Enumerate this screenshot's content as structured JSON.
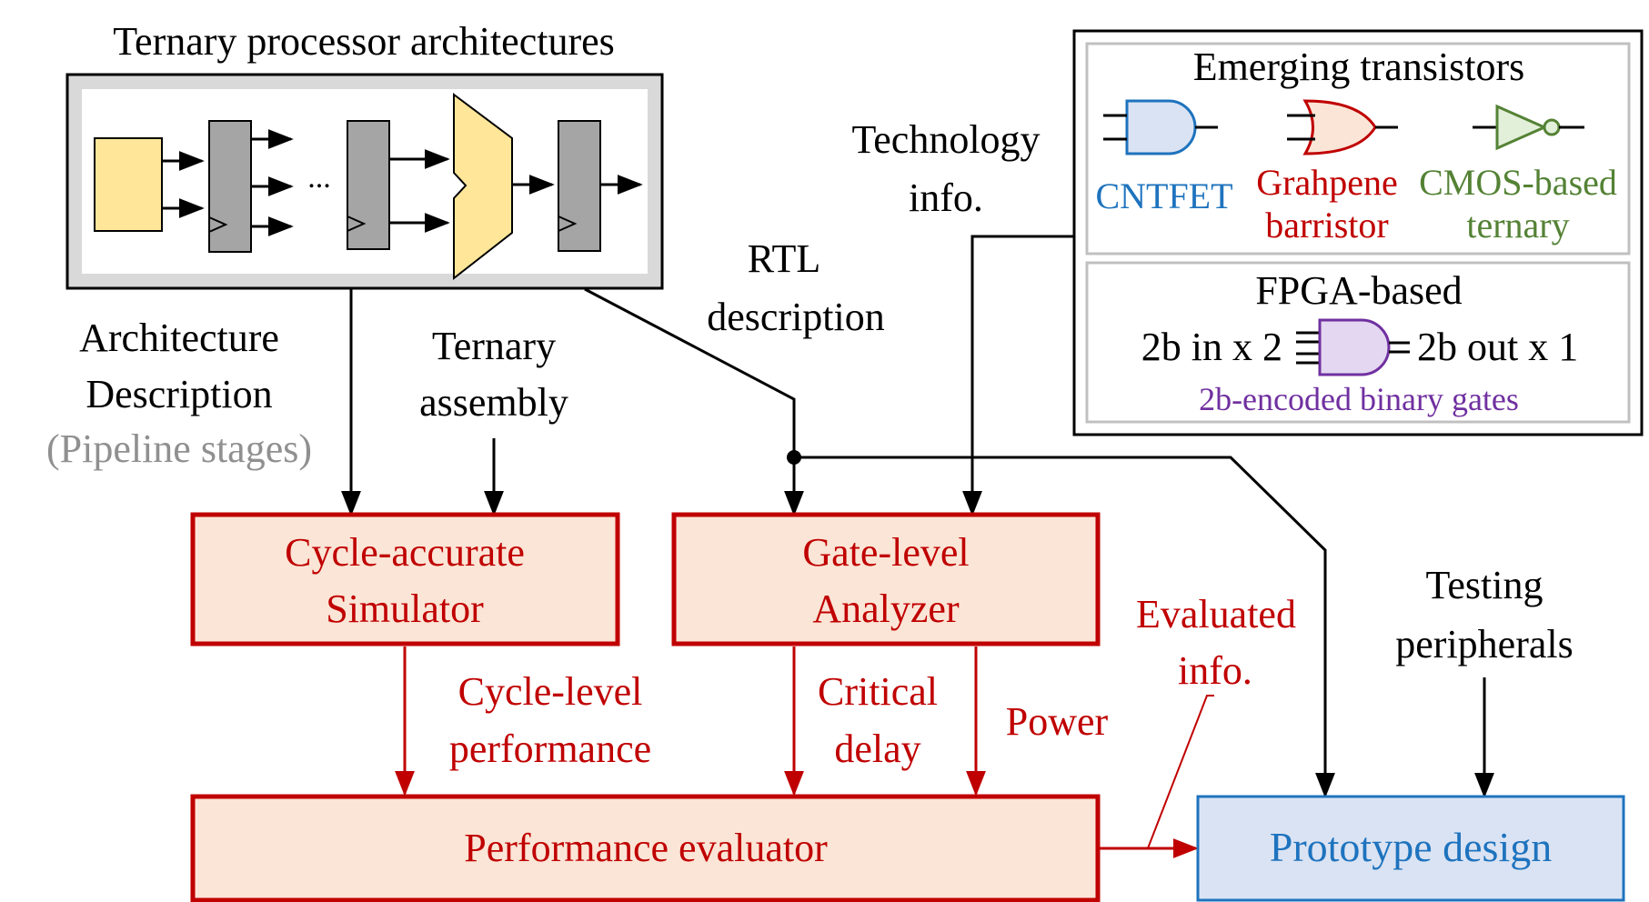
{
  "arch": {
    "title": "Ternary processor architectures",
    "ellipsis": "..."
  },
  "labels": {
    "arch_desc_1": "Architecture",
    "arch_desc_2": "Description",
    "arch_desc_3": "(Pipeline stages)",
    "asm_1": "Ternary",
    "asm_2": "assembly",
    "rtl_1": "RTL",
    "rtl_2": "description",
    "tech_1": "Technology",
    "tech_2": "info.",
    "cyc_perf_1": "Cycle-level",
    "cyc_perf_2": "performance",
    "crit_1": "Critical",
    "crit_2": "delay",
    "power": "Power",
    "eval_1": "Evaluated",
    "eval_2": "info.",
    "test_1": "Testing",
    "test_2": "peripherals"
  },
  "boxes": {
    "sim_1": "Cycle-accurate",
    "sim_2": "Simulator",
    "gate_1": "Gate-level",
    "gate_2": "Analyzer",
    "perf": "Performance evaluator",
    "proto": "Prototype design"
  },
  "tech": {
    "title": "Emerging transistors",
    "cntfet": "CNTFET",
    "graph_1": "Grahpene",
    "graph_2": "barristor",
    "cmos_1": "CMOS-based",
    "cmos_2": "ternary",
    "fpga_title": "FPGA-based",
    "fpga_in": "2b in x 2",
    "fpga_out": "2b out x 1",
    "fpga_caption": "2b-encoded binary gates"
  },
  "colors": {
    "red": "#c00000",
    "red_fill": "#fbe5d6",
    "blue": "#1e73be",
    "blue_fill": "#dae3f3",
    "green": "#548235",
    "purple": "#7030a0",
    "gray_reg": "#a5a5a5",
    "yellow": "#ffe699",
    "light_gray_text": "#909090"
  }
}
